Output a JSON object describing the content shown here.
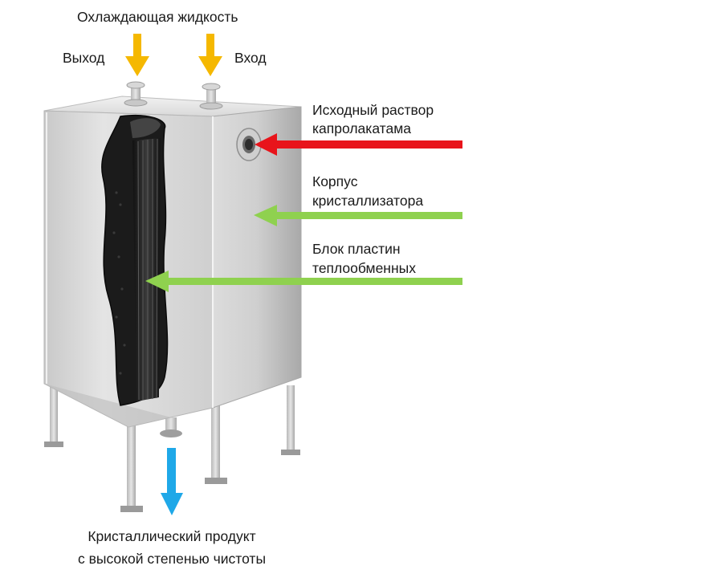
{
  "labels": {
    "coolant": "Охлаждающая жидкость",
    "outlet": "Выход",
    "inlet": "Вход",
    "feed_line1": "Исходный раствор",
    "feed_line2": "капролакатама",
    "body_line1": "Корпус",
    "body_line2": "кристаллизатора",
    "plates_line1": "Блок пластин",
    "plates_line2": "теплообменных",
    "product_line1": "Кристаллический продукт",
    "product_line2": "с высокой степенью чистоты"
  },
  "colors": {
    "coolant_arrow": "#F5B800",
    "feed_arrow": "#E8141B",
    "pointer_arrow": "#8FD14F",
    "product_arrow": "#1FA8E8"
  }
}
